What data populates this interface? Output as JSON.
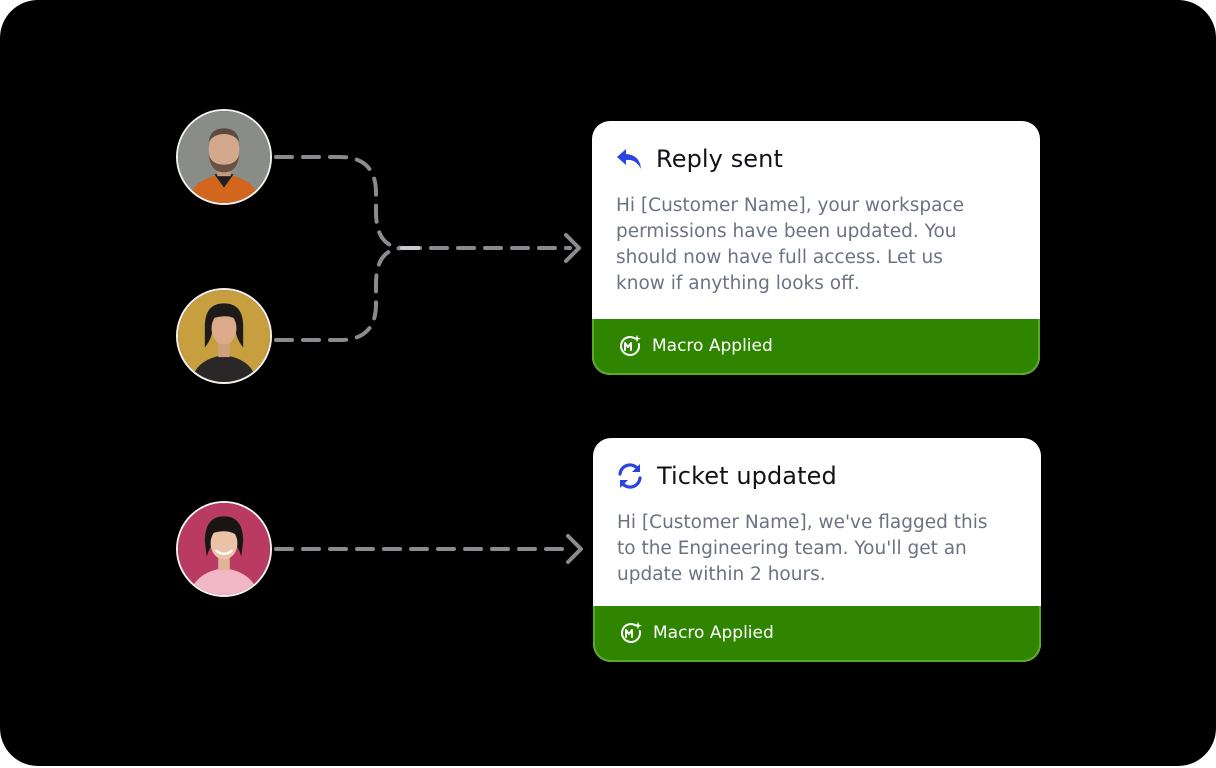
{
  "colors": {
    "background": "#000000",
    "connector": "#8a8a8f",
    "accent_icon": "#2a44e0",
    "footer_green": "#2f8500"
  },
  "customers": [
    {
      "name": "customer-1-avatar"
    },
    {
      "name": "customer-2-avatar"
    },
    {
      "name": "customer-3-avatar"
    }
  ],
  "cards": [
    {
      "icon": "reply-arrow-icon",
      "title": "Reply sent",
      "body": "Hi [Customer Name], your workspace permissions have been updated. You should now have full access. Let us know if anything looks off.",
      "footer_icon": "macro-sparkle-icon",
      "footer_label": "Macro Applied"
    },
    {
      "icon": "refresh-arrows-icon",
      "title": "Ticket updated",
      "body": "Hi [Customer Name], we've flagged this to the Engineering team. You'll get an update within 2 hours.",
      "footer_icon": "macro-sparkle-icon",
      "footer_label": "Macro Applied"
    }
  ]
}
